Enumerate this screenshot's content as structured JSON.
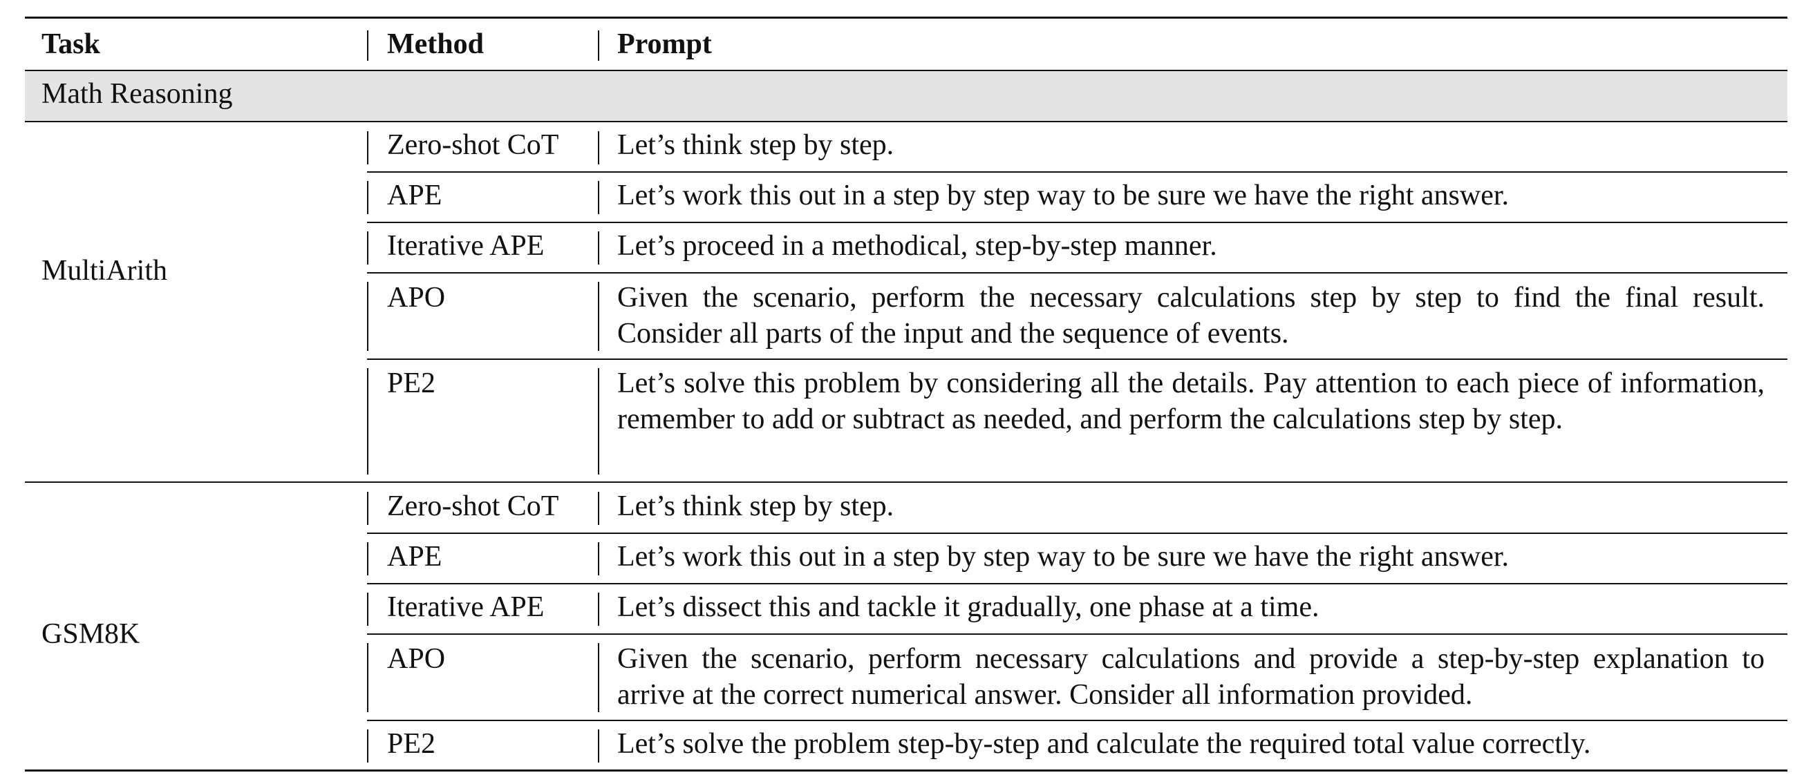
{
  "headers": {
    "task": "Task",
    "method": "Method",
    "prompt": "Prompt"
  },
  "section": "Math Reasoning",
  "groups": [
    {
      "task": "MultiArith",
      "rows": [
        {
          "method": "Zero-shot CoT",
          "prompt": "Let’s think step by step."
        },
        {
          "method": "APE",
          "prompt": "Let’s work this out in a step by step way to be sure we have the right answer."
        },
        {
          "method": "Iterative APE",
          "prompt": "Let’s proceed in a methodical, step-by-step manner."
        },
        {
          "method": "APO",
          "prompt": "Given the scenario, perform the necessary calculations step by step to find the final result. Consider all parts of the input and the sequence of events."
        },
        {
          "method": "PE2",
          "prompt": "Let’s solve this problem by considering all the details.  Pay attention to each piece of information, remember to add or subtract as needed, and perform the calculations step by step."
        }
      ]
    },
    {
      "task": "GSM8K",
      "rows": [
        {
          "method": "Zero-shot CoT",
          "prompt": "Let’s think step by step."
        },
        {
          "method": "APE",
          "prompt": "Let’s work this out in a step by step way to be sure we have the right answer."
        },
        {
          "method": "Iterative APE",
          "prompt": "Let’s dissect this and tackle it gradually, one phase at a time."
        },
        {
          "method": "APO",
          "prompt": "Given the scenario, perform necessary calculations and provide a step-by-step explanation to arrive at the correct numerical answer. Consider all information provided."
        },
        {
          "method": "PE2",
          "prompt": "Let’s solve the problem step-by-step and calculate the required total value correctly."
        }
      ]
    }
  ]
}
